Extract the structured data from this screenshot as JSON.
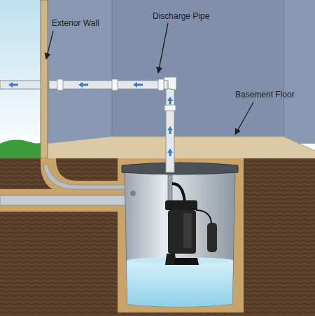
{
  "diagram": {
    "labels": [
      "Exterior Wall",
      "Discharge Pipe",
      "Basement Floor"
    ]
  }
}
